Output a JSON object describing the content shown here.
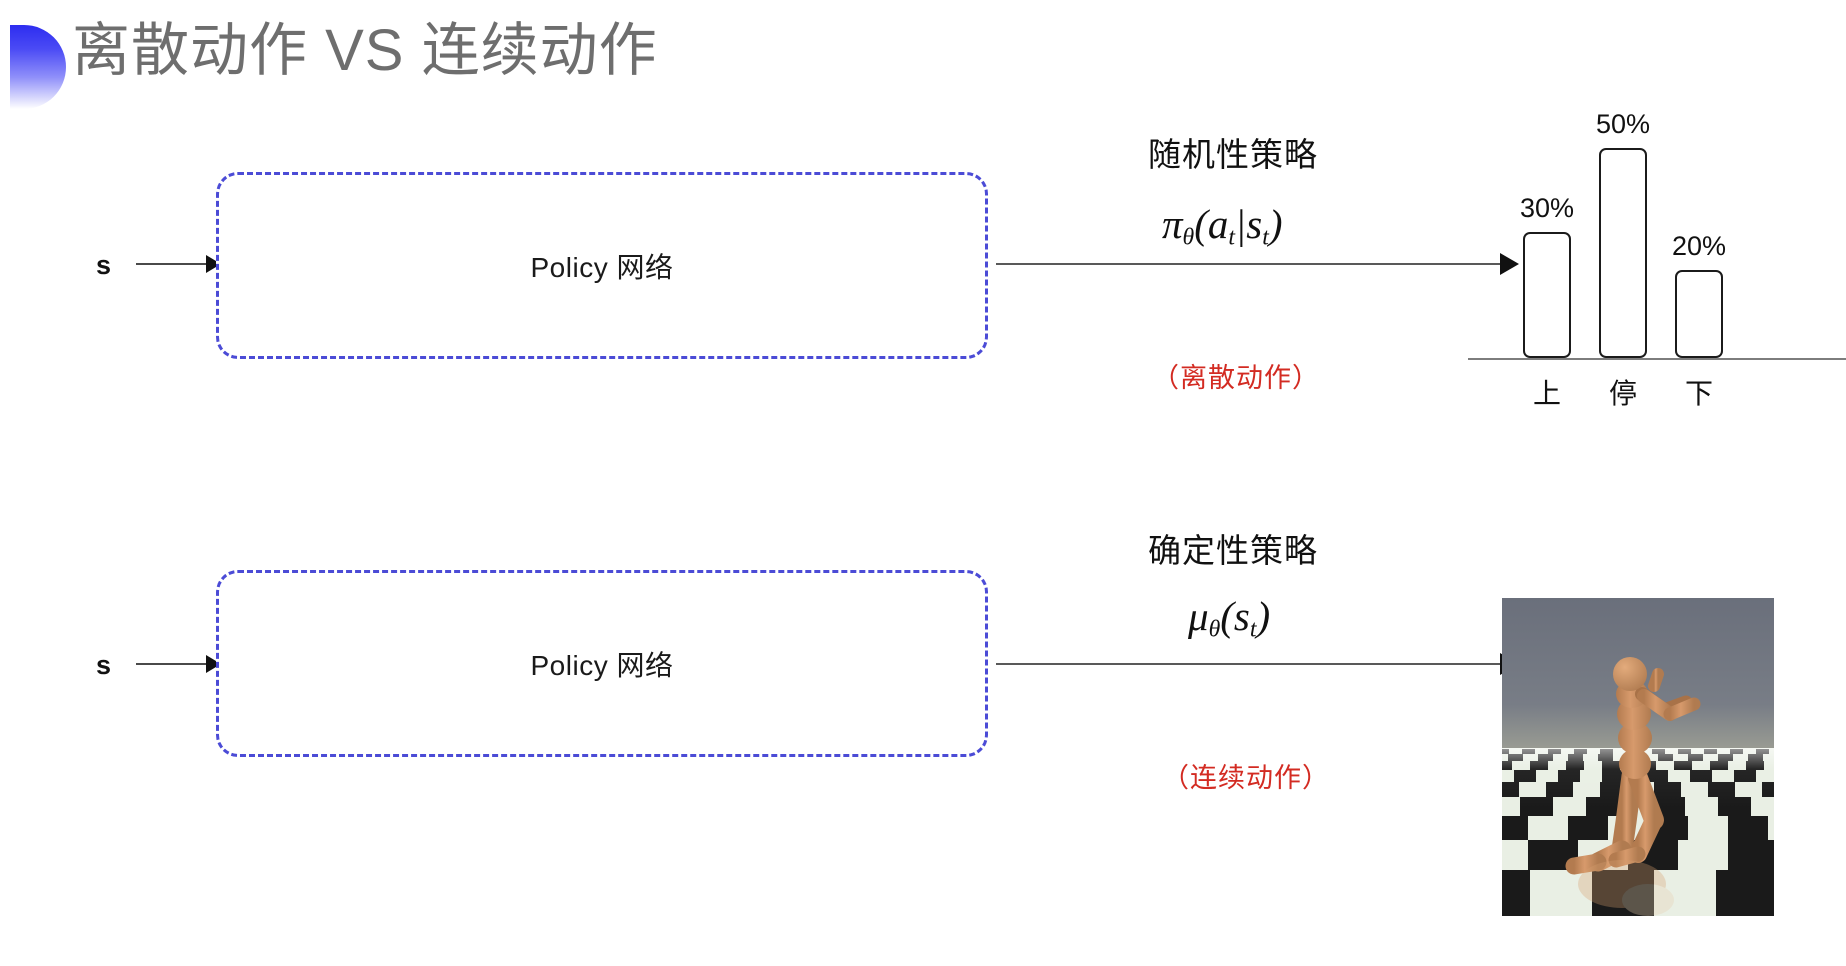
{
  "slide": {
    "title": "离散动作 VS 连续动作",
    "accent_blue": "#4b4bd6",
    "note_red": "#d32b22",
    "title_gray": "#6e6e6e"
  },
  "rows": [
    {
      "id": "discrete",
      "input_label": "s",
      "policy_box_label": "Policy 网络",
      "annotation_title": "随机性策略",
      "annotation_formula": "π",
      "annotation_formula_sub": "θ",
      "annotation_formula_rest": "(a",
      "annotation_formula_sub2": "t",
      "annotation_formula_mid": "|s",
      "annotation_formula_sub3": "t",
      "annotation_formula_end": ")",
      "annotation_note": "（离散动作）"
    },
    {
      "id": "continuous",
      "input_label": "s",
      "policy_box_label": "Policy 网络",
      "annotation_title": "确定性策略",
      "annotation_formula": "μ",
      "annotation_formula_sub": "θ",
      "annotation_formula_rest": "(s",
      "annotation_formula_sub2": "t",
      "annotation_formula_end": ")",
      "annotation_note": "（连续动作）"
    }
  ],
  "chart_data": {
    "type": "bar",
    "title": "",
    "xlabel": "",
    "ylabel": "",
    "categories": [
      "上",
      "停",
      "下"
    ],
    "values": [
      30,
      50,
      20
    ],
    "value_labels": [
      "30%",
      "50%",
      "20%"
    ],
    "ylim": [
      0,
      60
    ],
    "grid": false,
    "legend": "none",
    "bar_style": "outlined-rounded",
    "bar_fill": "#ffffff",
    "bar_stroke": "#1b1b1b"
  },
  "humanoid": {
    "caption": "",
    "scene": "mujoco-humanoid-checkerboard",
    "sky_color": "#6b707c",
    "floor_light": "#e8f0e4",
    "floor_dark": "#101010",
    "body_color": "#cf9466"
  }
}
